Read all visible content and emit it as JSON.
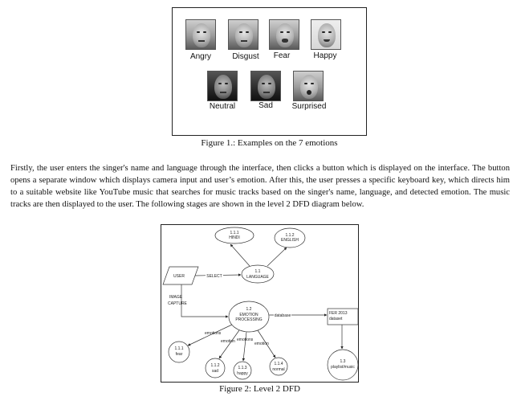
{
  "figure1": {
    "faces": [
      {
        "name": "Angry"
      },
      {
        "name": "Disgust"
      },
      {
        "name": "Fear"
      },
      {
        "name": "Happy"
      },
      {
        "name": "Neutral"
      },
      {
        "name": "Sad"
      },
      {
        "name": "Surprised"
      }
    ],
    "caption": "Figure 1.: Examples on the 7 emotions"
  },
  "paragraph": "Firstly, the user enters the singer's name and language through the interface, then clicks a button which is displayed on the interface. The button opens a separate window which displays camera input and user’s emotion. After this, the user presses a specific keyboard key, which directs him to a suitable website like YouTube music that searches for music tracks based on the singer's name, language, and detected emotion. The music tracks are then displayed to the user. The following stages are shown in the level 2 DFD diagram below.",
  "figure2": {
    "caption": "Figure 2: Level 2 DFD",
    "nodes": {
      "hindi_num": "1.1.1",
      "hindi": "HINDI",
      "english_num": "1.1.2",
      "english": "ENGLISH",
      "language_num": "1.1",
      "language": "LANGUAGE",
      "user": "USER",
      "select": "SELECT",
      "image_capture_1": "IMAGE",
      "image_capture_2": "CAPTURE",
      "emotion_num": "1.2",
      "emotion_1": "EMOTION",
      "emotion_2": "PROCESSING",
      "database": "database",
      "fer_1": "FER 2013",
      "fer_2": "dataset",
      "fear_num": "1.1.1",
      "fear": "fear",
      "sad_num": "1.1.2",
      "sad": "sad",
      "happy_num": "1.1.3",
      "happy": "happy",
      "normal_num": "1.1.4",
      "normal": "normal",
      "playlist_num": "1.3",
      "playlist": "playlist/music",
      "edge_emotions_1": "emotions",
      "edge_emotion_2": "emotion",
      "edge_emotions_3": "emotions",
      "edge_emotion_4": "emotion"
    }
  }
}
